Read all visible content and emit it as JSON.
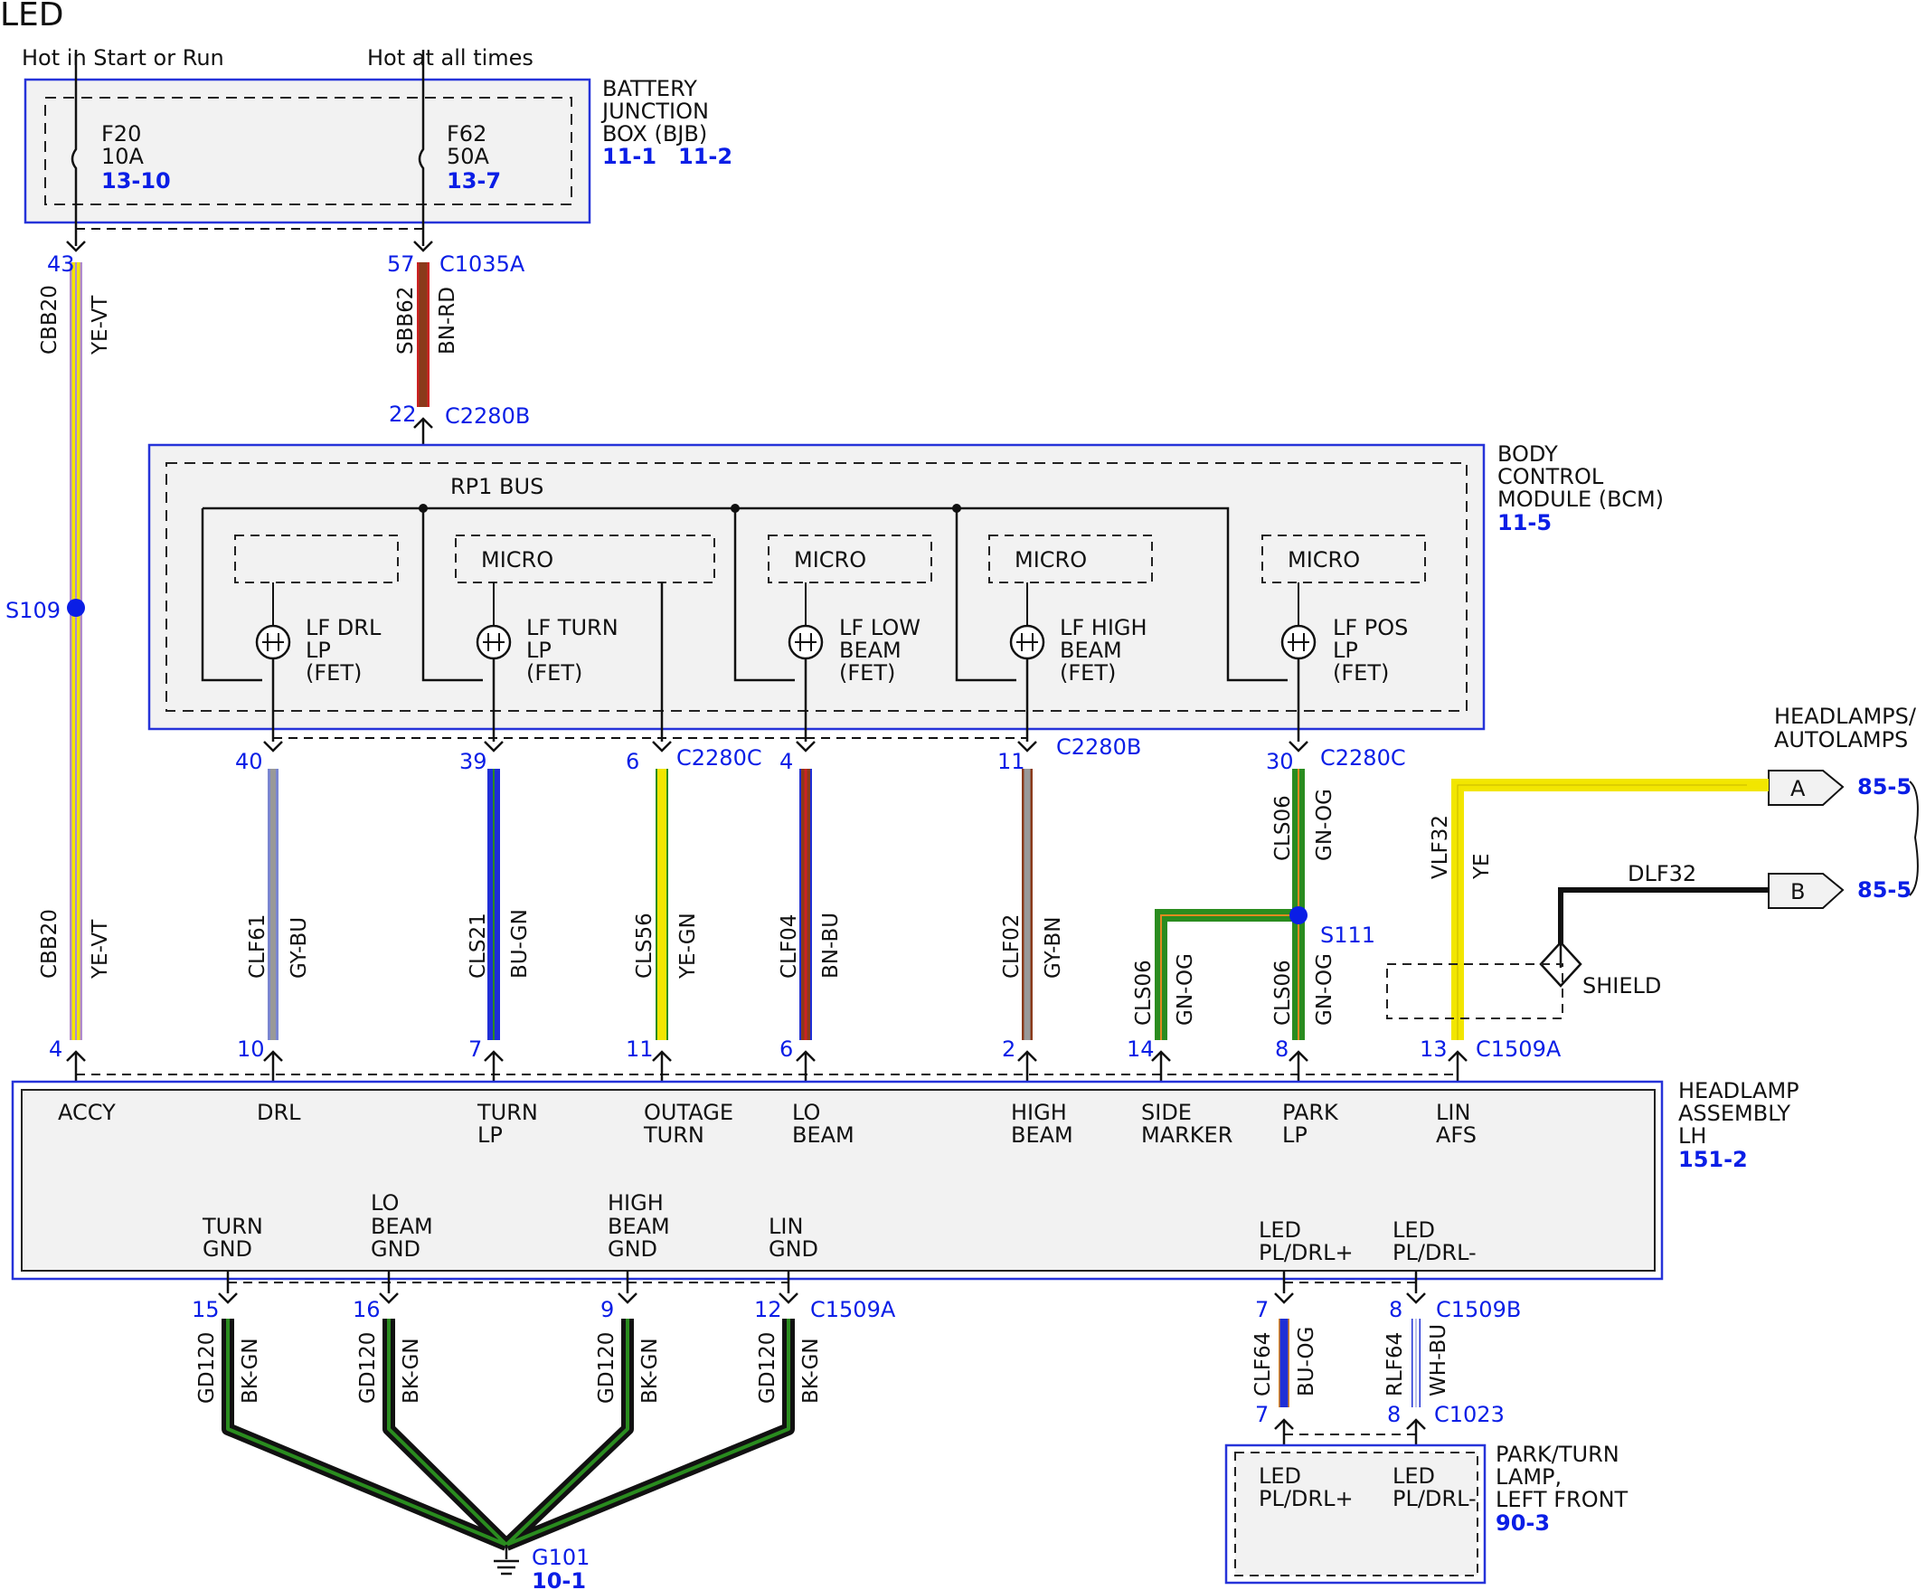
{
  "title": "LED",
  "header": {
    "left_feed": "Hot in Start or Run",
    "right_feed": "Hot at all times"
  },
  "bjb": {
    "label": [
      "BATTERY",
      "JUNCTION",
      "BOX (BJB)"
    ],
    "refs": [
      "11-1",
      "11-2"
    ],
    "fuses": [
      {
        "name": "F20",
        "rating": "10A",
        "ref": "13-10"
      },
      {
        "name": "F62",
        "rating": "50A",
        "ref": "13-7"
      }
    ]
  },
  "bcm": {
    "label": [
      "BODY",
      "CONTROL",
      "MODULE (BCM)"
    ],
    "ref": "11-5",
    "bus_label": "RP1 BUS",
    "micro_label": "MICRO",
    "fets": [
      [
        "LF DRL",
        "LP",
        "(FET)"
      ],
      [
        "LF TURN",
        "LP",
        "(FET)"
      ],
      [
        "LF LOW",
        "BEAM",
        "(FET)"
      ],
      [
        "LF HIGH",
        "BEAM",
        "(FET)"
      ],
      [
        "LF POS",
        "LP",
        "(FET)"
      ]
    ]
  },
  "connectors": {
    "c1035a": "C1035A",
    "c2280b": "C2280B",
    "c2280c": "C2280C",
    "c1509a": "C1509A",
    "c1509b": "C1509B",
    "c1023": "C1023"
  },
  "pins": {
    "bjb_f20": "43",
    "bjb_f62": "57",
    "bcm_in": "22",
    "bcm_out": [
      "40",
      "39",
      "6",
      "4",
      "11",
      "30"
    ],
    "hl_top": [
      "4",
      "10",
      "7",
      "11",
      "6",
      "2",
      "14",
      "8",
      "13"
    ],
    "hl_bottom": [
      "15",
      "16",
      "9",
      "12",
      "7",
      "8"
    ],
    "lamp": [
      "7",
      "8"
    ]
  },
  "wires": {
    "cbb20": {
      "circuit": "CBB20",
      "color": "YE-VT"
    },
    "sbb62": {
      "circuit": "SBB62",
      "color": "BN-RD"
    },
    "clf61": {
      "circuit": "CLF61",
      "color": "GY-BU"
    },
    "cls21": {
      "circuit": "CLS21",
      "color": "BU-GN"
    },
    "cls56": {
      "circuit": "CLS56",
      "color": "YE-GN"
    },
    "clf04": {
      "circuit": "CLF04",
      "color": "BN-BU"
    },
    "clf02": {
      "circuit": "CLF02",
      "color": "GY-BN"
    },
    "cls06": {
      "circuit": "CLS06",
      "color": "GN-OG"
    },
    "vlf32": {
      "circuit": "VLF32",
      "color": "YE"
    },
    "dlf32": {
      "circuit": "DLF32"
    },
    "gd120": {
      "circuit": "GD120",
      "color": "BK-GN"
    },
    "clf64": {
      "circuit": "CLF64",
      "color": "BU-OG"
    },
    "rlf64": {
      "circuit": "RLF64",
      "color": "WH-BU"
    }
  },
  "splices": {
    "s109": "S109",
    "s111": "S111"
  },
  "shield": "SHIELD",
  "offpage": [
    {
      "letter": "A",
      "ref": "85-5"
    },
    {
      "letter": "B",
      "ref": "85-5"
    }
  ],
  "headlamps_label": [
    "HEADLAMPS/",
    "AUTOLAMPS"
  ],
  "headlamp": {
    "label": [
      "HEADLAMP",
      "ASSEMBLY",
      "LH"
    ],
    "ref": "151-2",
    "top_pins": [
      [
        "ACCY"
      ],
      [
        "DRL"
      ],
      [
        "TURN",
        "LP"
      ],
      [
        "OUTAGE",
        "TURN"
      ],
      [
        "LO",
        "BEAM"
      ],
      [
        "HIGH",
        "BEAM"
      ],
      [
        "SIDE",
        "MARKER"
      ],
      [
        "PARK",
        "LP"
      ],
      [
        "LIN",
        "AFS"
      ]
    ],
    "bottom_pins": [
      [
        "TURN",
        "GND"
      ],
      [
        "LO",
        "BEAM",
        "GND"
      ],
      [
        "HIGH",
        "BEAM",
        "GND"
      ],
      [
        "LIN",
        "GND"
      ],
      [
        "LED",
        "PL/DRL+"
      ],
      [
        "LED",
        "PL/DRL-"
      ]
    ]
  },
  "ground": {
    "name": "G101",
    "ref": "10-1"
  },
  "lamp": {
    "label": [
      "PARK/TURN",
      "LAMP,",
      "LEFT FRONT"
    ],
    "ref": "90-3",
    "pins": [
      [
        "LED",
        "PL/DRL+"
      ],
      [
        "LED",
        "PL/DRL-"
      ]
    ]
  },
  "colors": {
    "module_border": "#2633d9",
    "module_fill": "#f2f2f2",
    "link_blue": "#0a1ee6",
    "ye": "#f2e600",
    "vt": "#b08ad0",
    "bn": "#8a3a1a",
    "rd": "#cc2222",
    "gy": "#999999",
    "bu": "#1f2fd6",
    "gn": "#2a8c1f",
    "og": "#e08a1f",
    "bk": "#111111"
  }
}
